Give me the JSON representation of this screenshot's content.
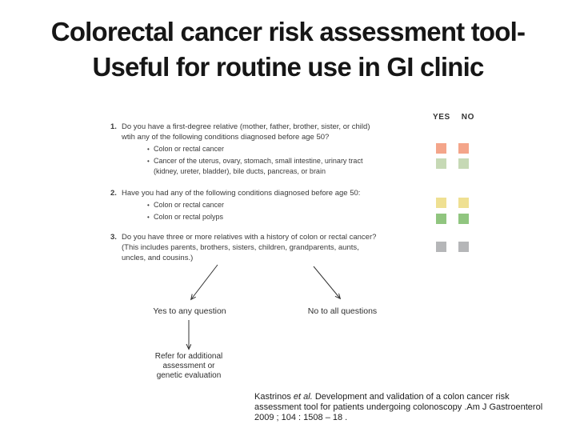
{
  "slide": {
    "title_line1": "Colorectal cancer risk assessment tool-",
    "title_line2": "Useful for routine use in GI clinic"
  },
  "figure": {
    "header": {
      "yes": "YES",
      "no": "NO"
    },
    "bullet_glyph": "•",
    "questions": [
      {
        "number": "1.",
        "lines": [
          "Do you have a first-degree relative (mother, father, brother, sister, or child)",
          "wtih any of the following conditions diagnosed before age 50?"
        ],
        "bullets": [
          {
            "lines": [
              "Colon or rectal cancer"
            ]
          },
          {
            "lines": [
              "Cancer of the uterus, ovary, stomach, small intestine, urinary tract",
              "(kidney, ureter, bladder), bile ducts, pancreas, or brain"
            ]
          }
        ]
      },
      {
        "number": "2.",
        "lines": [
          "Have you had any of the following conditions diagnosed before age 50:"
        ],
        "bullets": [
          {
            "lines": [
              "Colon or rectal cancer"
            ]
          },
          {
            "lines": [
              "Colon or rectal polyps"
            ]
          }
        ]
      },
      {
        "number": "3.",
        "lines": [
          "Do you have three or more relatives with a history of colon or rectal cancer?",
          "(This includes parents, brothers, sisters, children, grandparents, aunts,",
          "uncles, and cousins.)"
        ]
      }
    ],
    "answer_colors": {
      "q1_row1": "#f4a58a",
      "q1_row2": "#c6d9b5",
      "q2_row1": "#efe092",
      "q2_row2": "#90c57f",
      "q3_row1": "#b5b6b8"
    },
    "outcomes": {
      "yes_label": "Yes to any question",
      "no_label": "No to all questions",
      "refer_line1": "Refer for additional",
      "refer_line2": "assessment or",
      "refer_line3": "genetic evaluation"
    },
    "arrow_color": "#333333"
  },
  "citation": {
    "line1_pre": "Kastrinos ",
    "line1_etal": "et al.",
    "line1_post": " Development and validation of a colon cancer risk",
    "line2": "assessment tool for patients undergoing colonoscopy .Am J Gastroenterol",
    "line3": "2009 ; 104 : 1508 – 18 ."
  }
}
